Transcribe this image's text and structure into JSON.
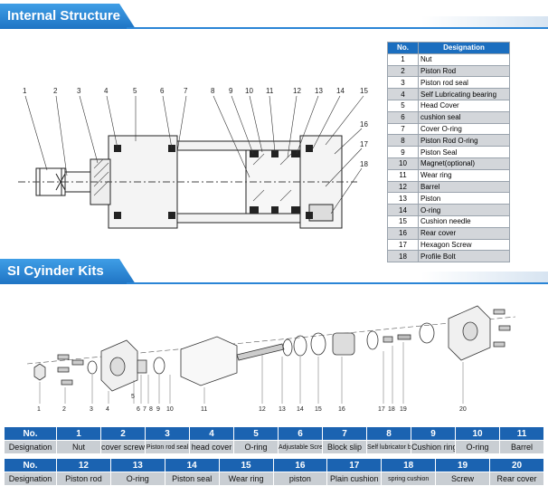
{
  "section1": {
    "title": "Internal Structure"
  },
  "section2": {
    "title": "SI Cyinder Kits"
  },
  "designation_table": {
    "header_no": "No.",
    "header_designation": "Designation",
    "rows": [
      {
        "no": "1",
        "name": "Nut"
      },
      {
        "no": "2",
        "name": "Piston Rod"
      },
      {
        "no": "3",
        "name": "Piston rod seal"
      },
      {
        "no": "4",
        "name": "Self Lubricating bearing"
      },
      {
        "no": "5",
        "name": "Head Cover"
      },
      {
        "no": "6",
        "name": "cushion seal"
      },
      {
        "no": "7",
        "name": "Cover O-ring"
      },
      {
        "no": "8",
        "name": "Piston Rod O-ring"
      },
      {
        "no": "9",
        "name": "Piston Seal"
      },
      {
        "no": "10",
        "name": "Magnet(optional)"
      },
      {
        "no": "11",
        "name": "Wear ring"
      },
      {
        "no": "12",
        "name": "Barrel"
      },
      {
        "no": "13",
        "name": "Piston"
      },
      {
        "no": "14",
        "name": "O-ring"
      },
      {
        "no": "15",
        "name": "Cushion needle"
      },
      {
        "no": "16",
        "name": "Rear cover"
      },
      {
        "no": "17",
        "name": "Hexagon Screw"
      },
      {
        "no": "18",
        "name": "Profile Bolt"
      }
    ]
  },
  "structure_callouts": [
    "1",
    "2",
    "3",
    "4",
    "5",
    "6",
    "7",
    "8",
    "9",
    "10",
    "11",
    "12",
    "13",
    "14",
    "15",
    "16",
    "17",
    "18"
  ],
  "kit_callouts": [
    "1",
    "2",
    "3",
    "4",
    "5",
    "6",
    "7",
    "8",
    "9",
    "10",
    "11",
    "12",
    "13",
    "14",
    "15",
    "16",
    "17",
    "18",
    "19",
    "20"
  ],
  "kits_table_1": {
    "no_label": "No.",
    "designation_label": "Designation",
    "numbers": [
      "1",
      "2",
      "3",
      "4",
      "5",
      "6",
      "7",
      "8",
      "9",
      "10",
      "11"
    ],
    "names": [
      "Nut",
      "cover screw",
      "Piston rod seal",
      "head cover",
      "O-ring",
      "Adjustable Screw",
      "Block slip",
      "Self lubricator bearing",
      "Cushion ring",
      "O-ring",
      "Barrel"
    ]
  },
  "kits_table_2": {
    "no_label": "No.",
    "designation_label": "Designation",
    "numbers": [
      "12",
      "13",
      "14",
      "15",
      "16",
      "17",
      "18",
      "19",
      "20"
    ],
    "names": [
      "Piston rod",
      "O-ring",
      "Piston seal",
      "Wear ring",
      "piston",
      "Plain cushion",
      "spring cushion",
      "Screw",
      "Rear cover"
    ]
  }
}
